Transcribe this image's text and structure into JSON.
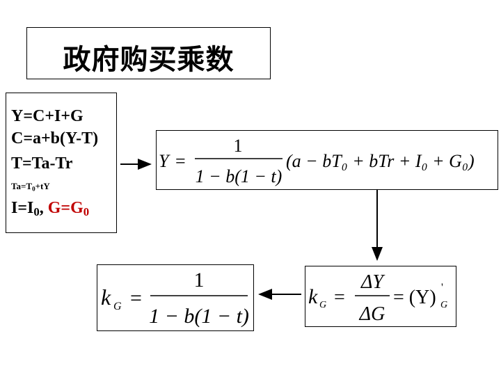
{
  "title": "政府购买乘数",
  "equations": {
    "line1": "Y=C+I+G",
    "line2": "C=a+b(Y-T)",
    "line3": "T=Ta-Tr",
    "line4_main": "Ta=T",
    "line4_sub": "0",
    "line4_tail": "+tY",
    "line5_i": "I=I",
    "line5_i_sub": "0",
    "line5_sep": ", ",
    "line5_g": "G=G",
    "line5_g_sub": "0"
  },
  "formulas": {
    "f1": {
      "lhs": "Y",
      "num": "1",
      "den": "1 − b(1 − t)",
      "rhs": "(a − bT₀ + bTr + I₀ + G₀)"
    },
    "f2": {
      "lhs": "k",
      "lhs_sub": "G",
      "num": "ΔY",
      "den": "ΔG",
      "rhs": "= (Y)",
      "rhs_sup": "'",
      "rhs_sub": "G"
    },
    "f3": {
      "lhs": "k",
      "lhs_sub": "G",
      "num": "1",
      "den": "1 − b(1 − t)"
    }
  },
  "colors": {
    "accent_red": "#c00000",
    "text": "#000000"
  }
}
